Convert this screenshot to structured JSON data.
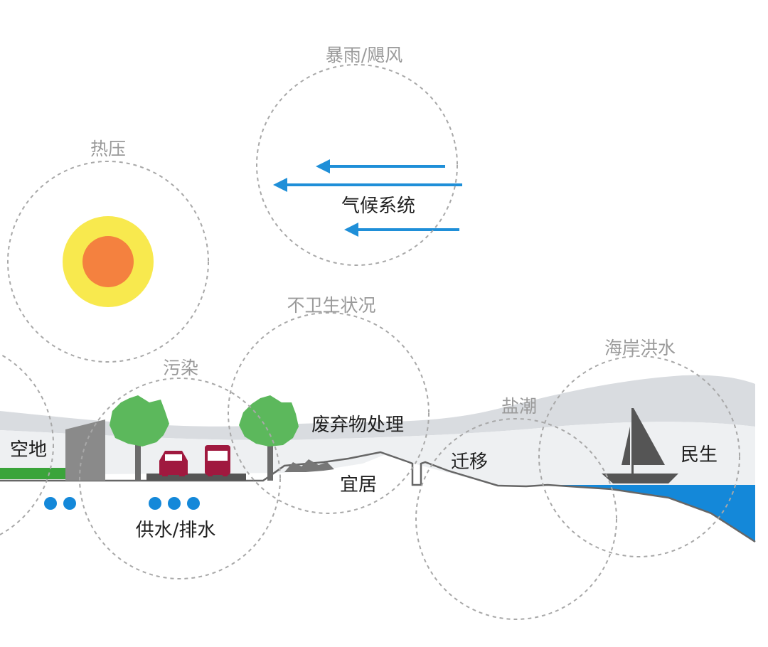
{
  "risks": {
    "storm": "暴雨/飓风",
    "heat": "热压",
    "sanitation": "不卫生状况",
    "pollution": "污染",
    "coastal_flood": "海岸洪水",
    "salt_tide": "盐潮"
  },
  "labels": {
    "climate": "气候系统",
    "open_space": "空地",
    "water": "供水/排水",
    "waste": "废弃物处理",
    "habitat": "宜居",
    "migration": "迁移",
    "livelihood": "民生"
  },
  "colors": {
    "arrow": "#1f8fd8",
    "sun_outer": "#f8e94e",
    "sun_inner": "#f4813f",
    "tree": "#5cb85c",
    "vehicle": "#a0193f",
    "water": "#1488d9",
    "grass": "#3aa43a",
    "ring": "#a8a8a8",
    "boat": "#555555",
    "band": "#d9dce0"
  },
  "icons": [
    "sun-icon",
    "tree-icon",
    "car-icon",
    "bus-icon",
    "sailboat-icon",
    "building-icon",
    "arrow-left-icon"
  ]
}
